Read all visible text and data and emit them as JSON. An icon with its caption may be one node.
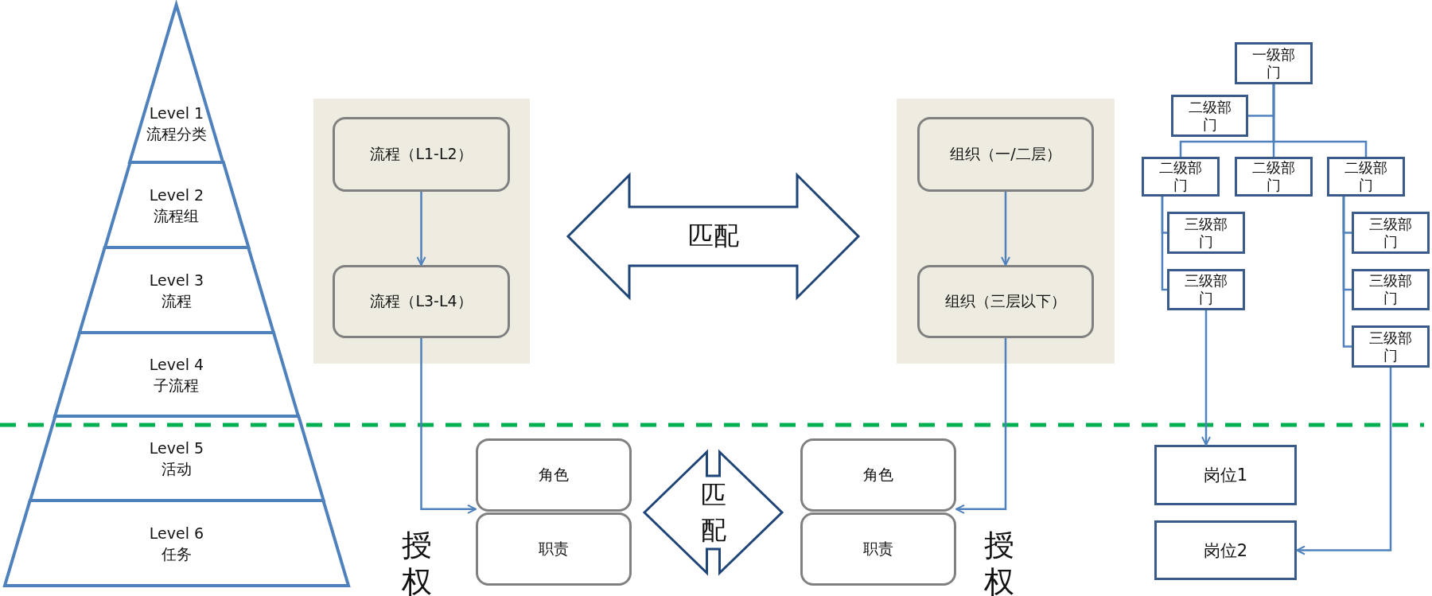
{
  "diagram": {
    "nodes": [
      {
        "text": [
          "Level 1 流程分类"
        ]
      },
      {
        "text": [
          "Level 2 流程组"
        ]
      },
      {
        "text": [
          "Level 3 流程"
        ]
      },
      {
        "text": [
          "Level 4 子流程"
        ]
      },
      {
        "text": [
          "Level 5 活动"
        ]
      },
      {
        "text": [
          "Level 6 任务"
        ]
      },
      {
        "text": [],
        "shape": "box"
      },
      {
        "text": [
          "流程（L1-L2）"
        ],
        "in": 6
      },
      {
        "text": [
          "流程（L3-L4）"
        ],
        "in": 6
      },
      {
        "text": [
          "匹配"
        ]
      },
      {
        "text": [],
        "shape": "box"
      },
      {
        "text": [
          "组织（一/二层）"
        ],
        "in": 10
      },
      {
        "text": [
          "组织（三层以下）"
        ],
        "in": 10
      },
      {
        "text": [
          "一级部门"
        ]
      },
      {
        "text": [
          "二级部门"
        ]
      },
      {
        "text": [
          "二级部门"
        ]
      },
      {
        "text": [
          "二级部门"
        ]
      },
      {
        "text": [
          "二级部门"
        ]
      },
      {
        "text": [
          "三级部门"
        ]
      },
      {
        "text": [
          "三级部门"
        ]
      },
      {
        "text": [
          "三级部门"
        ]
      },
      {
        "text": [
          "三级部门"
        ]
      },
      {
        "text": [
          "三级部门"
        ]
      },
      {
        "text": [
          "角色"
        ]
      },
      {
        "text": [
          "职责"
        ]
      },
      {
        "text": [
          "匹配"
        ]
      },
      {
        "text": [
          "角色"
        ]
      },
      {
        "text": [
          "职责"
        ]
      },
      {
        "text": [
          "岗位1"
        ]
      },
      {
        "text": [
          "岗位2"
        ]
      }
    ],
    "edges": [
      {
        "from": 7,
        "to": 8,
        "arrow": "to"
      },
      {
        "from": 8,
        "to": 23,
        "arrow": "to"
      },
      {
        "from": 11,
        "to": 12,
        "arrow": "to"
      },
      {
        "from": 12,
        "to": 26,
        "arrow": "to"
      },
      {
        "from": 13,
        "to": 14,
        "arrow": "none"
      },
      {
        "from": 13,
        "to": 15,
        "arrow": "none"
      },
      {
        "from": 13,
        "to": 16,
        "arrow": "none"
      },
      {
        "from": 13,
        "to": 17,
        "arrow": "none"
      },
      {
        "from": 15,
        "to": 18,
        "arrow": "none"
      },
      {
        "from": 15,
        "to": 19,
        "arrow": "none"
      },
      {
        "from": 17,
        "to": 20,
        "arrow": "none"
      },
      {
        "from": 17,
        "to": 21,
        "arrow": "none"
      },
      {
        "from": 17,
        "to": 22,
        "arrow": "none"
      },
      {
        "from": 19,
        "to": 28,
        "arrow": "to"
      },
      {
        "from": 22,
        "to": 29,
        "arrow": "to"
      }
    ],
    "labels": [
      "授权",
      "授权"
    ]
  }
}
